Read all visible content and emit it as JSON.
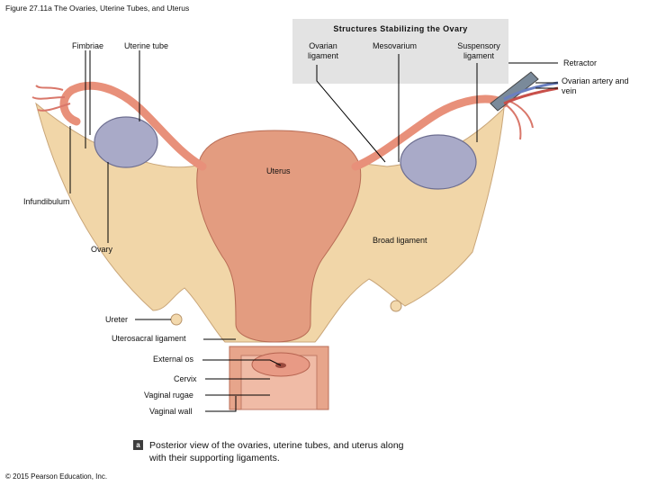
{
  "figure_title": "Figure 27.11a The Ovaries, Uterine Tubes, and Uterus",
  "box_heading": "Structures Stabilizing the Ovary",
  "labels": {
    "fimbriae": "Fimbriae",
    "uterine_tube": "Uterine tube",
    "ovarian_ligament": "Ovarian ligament",
    "mesovarium": "Mesovarium",
    "suspensory_ligament": "Suspensory ligament",
    "retractor": "Retractor",
    "ovarian_artery_vein": "Ovarian artery and vein",
    "uterus": "Uterus",
    "infundibulum": "Infundibulum",
    "broad_ligament": "Broad ligament",
    "ovary": "Ovary",
    "ureter": "Ureter",
    "uterosacral_ligament": "Uterosacral ligament",
    "external_os": "External os",
    "cervix": "Cervix",
    "vaginal_rugae": "Vaginal rugae",
    "vaginal_wall": "Vaginal wall"
  },
  "caption_letter": "a",
  "caption": "Posterior view of the ovaries, uterine tubes, and uterus along with their supporting ligaments.",
  "copyright": "© 2015 Pearson Education, Inc.",
  "colors": {
    "uterus": "#e39c80",
    "broad_ligament": "#f1d6a8",
    "ovary": "#a9aac8",
    "tube": "#e8907a",
    "vagina_wall": "#e7a58b",
    "leader_line": "#000000"
  }
}
